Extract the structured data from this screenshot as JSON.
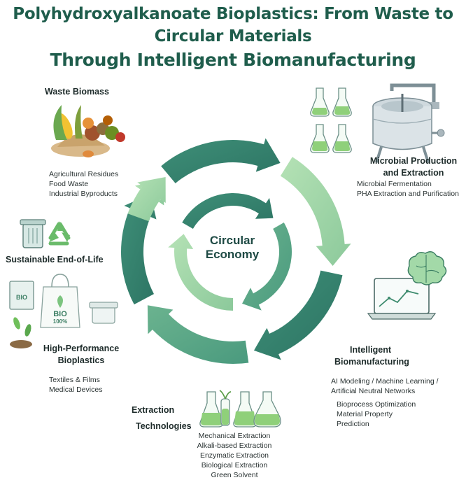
{
  "title": {
    "line1": "Polyhydroxyalkanoate Bioplastics: From Waste to",
    "line2": "Circular Materials",
    "line3": "Through Intelligent Biomanufacturing"
  },
  "center": {
    "line1": "Circular",
    "line2": "Economy"
  },
  "sections": {
    "waste": {
      "title": "Waste Biomass",
      "items": [
        "Agricultural Residues",
        "Food Waste",
        "Industrial Byproducts"
      ]
    },
    "microbial": {
      "title_line1": "Microbial Production",
      "title_line2": "and Extraction",
      "items": [
        "Microbial Fermentation",
        "PHA Extraction and Purification"
      ]
    },
    "intelligent": {
      "title_line1": "Intelligent",
      "title_line2": "Biomanufacturing",
      "items_a": [
        "AI Modeling / Machine Learning /",
        "Artificial Neutral Networks"
      ],
      "items_b": [
        "Bioprocess Optimization",
        "Material Property",
        "Prediction"
      ]
    },
    "extraction": {
      "title_line1": "Extraction",
      "title_line2": "Technologies",
      "items": [
        "Mechanical Extraction",
        "Alkali-based Extraction",
        "Enzymatic Extraction",
        "Biological Extraction",
        "Green Solvent"
      ]
    },
    "performance": {
      "title_line1": "High-Performance",
      "title_line2": "Bioplastics",
      "items": [
        "Textiles & Films",
        "Medical Devices"
      ]
    },
    "endoflife": {
      "title": "Sustainable End-of-Life"
    }
  },
  "icon_labels": {
    "bio": "BIO",
    "bio_bag": "BIO",
    "bio_pct": "100%"
  },
  "colors": {
    "title": "#1f5d4c",
    "arrow_dark": "#2f7d6a",
    "arrow_mid": "#4f9d7f",
    "arrow_light": "#9bd3a6",
    "liquid": "#8fd07a"
  }
}
